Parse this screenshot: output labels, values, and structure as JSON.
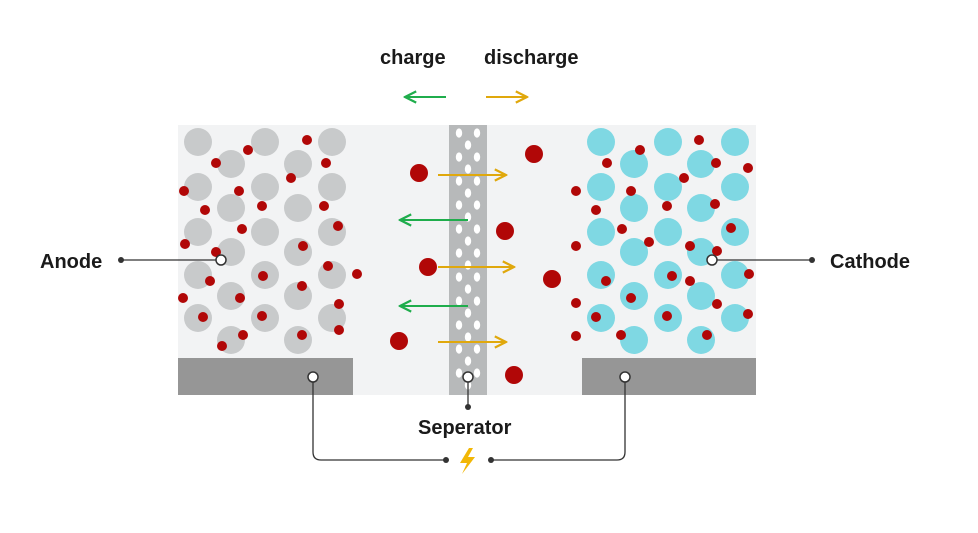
{
  "legend": {
    "charge": "charge",
    "discharge": "discharge"
  },
  "labels": {
    "anode": "Anode",
    "cathode": "Cathode",
    "separator": "Seperator"
  },
  "colors": {
    "background": "#f2f3f4",
    "collector": "#969696",
    "anode_particle": "#c8cacb",
    "cathode_particle": "#7fd8e3",
    "ion": "#b10707",
    "charge_arrow": "#1fad4c",
    "discharge_arrow": "#e0a80c",
    "separator": "#b7b9ba",
    "power_icon": "#f2b705",
    "line": "#333333"
  },
  "icons": {
    "power": "lightning-bolt-icon"
  }
}
